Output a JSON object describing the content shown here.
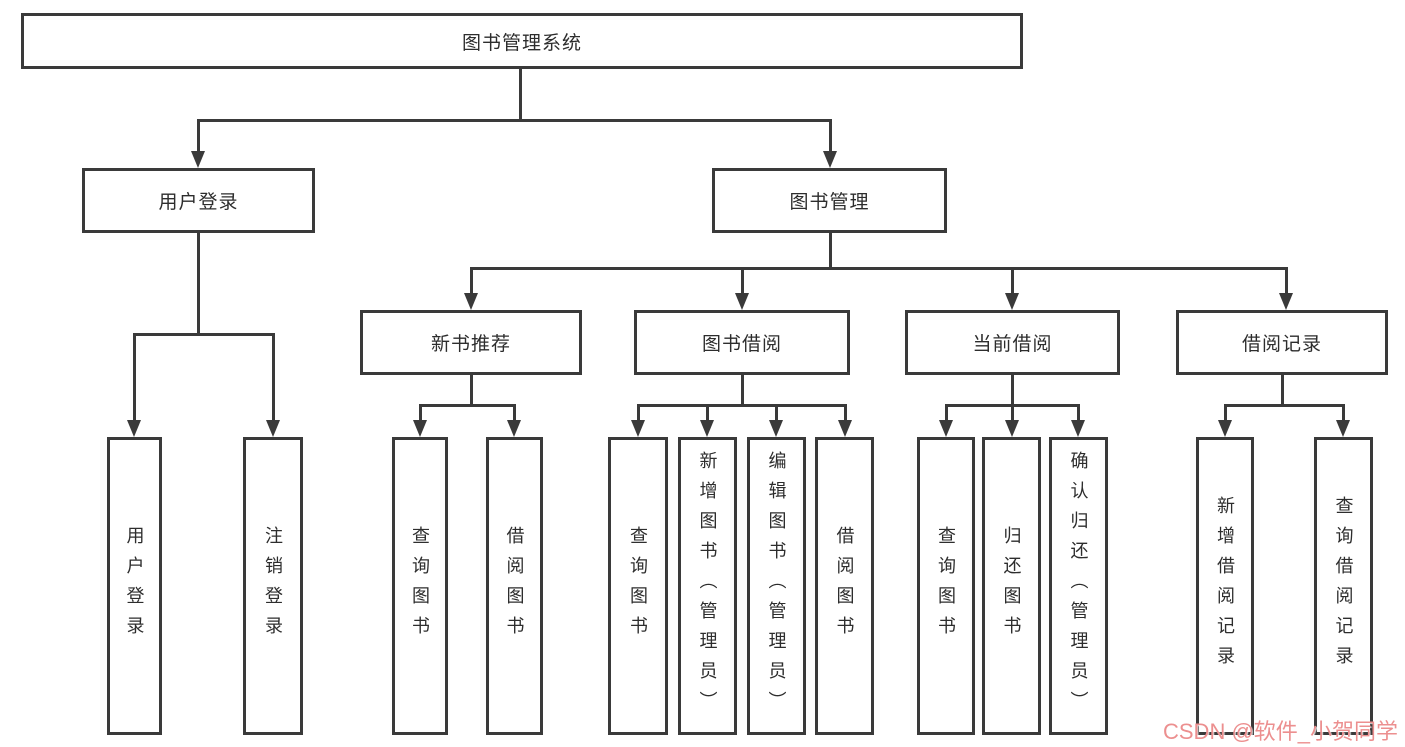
{
  "colors": {
    "line": "#3a3a3a",
    "box_border": "#3a3a3a",
    "text": "#2d2d2d",
    "watermark": "#ec8f8f",
    "background": "#ffffff"
  },
  "watermark": {
    "text": "CSDN @软件_小贺同学"
  },
  "tree": {
    "root": {
      "label": "图书管理系统"
    },
    "branches": [
      {
        "label": "用户登录",
        "children": [
          {
            "label": "用户登录"
          },
          {
            "label": "注销登录"
          }
        ]
      },
      {
        "label": "图书管理",
        "children": [
          {
            "label": "新书推荐",
            "children": [
              {
                "label": "查询图书"
              },
              {
                "label": "借阅图书"
              }
            ]
          },
          {
            "label": "图书借阅",
            "children": [
              {
                "label": "查询图书"
              },
              {
                "label": "新增图书（管理员）"
              },
              {
                "label": "编辑图书（管理员）"
              },
              {
                "label": "借阅图书"
              }
            ]
          },
          {
            "label": "当前借阅",
            "children": [
              {
                "label": "查询图书"
              },
              {
                "label": "归还图书"
              },
              {
                "label": "确认归还（管理员）"
              }
            ]
          },
          {
            "label": "借阅记录",
            "children": [
              {
                "label": "新增借阅记录"
              },
              {
                "label": "查询借阅记录"
              }
            ]
          }
        ]
      }
    ]
  }
}
